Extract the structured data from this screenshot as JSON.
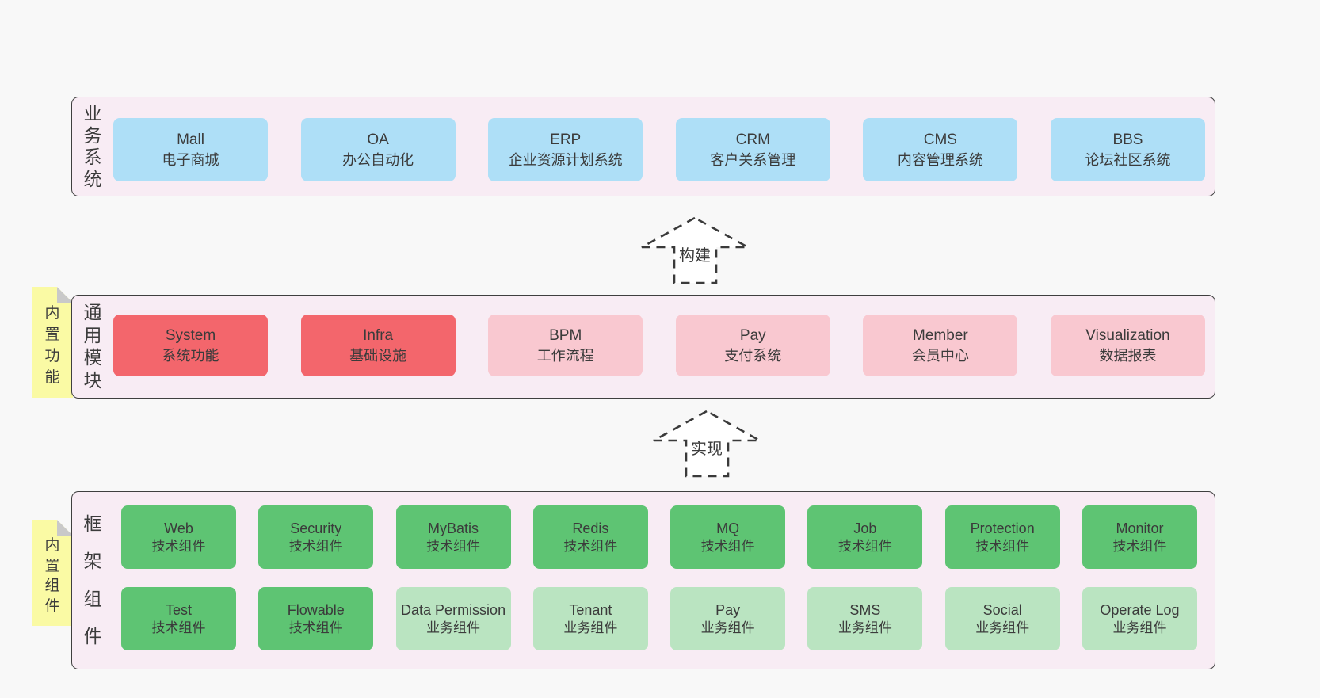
{
  "colors": {
    "page_bg": "#f8f8f8",
    "panel_bg": "#f8ecf4",
    "panel_border": "#3f3f3f",
    "blue": "#aedff7",
    "red": "#f3666c",
    "pink": "#f9c8d0",
    "green_dark": "#5ec473",
    "green_light": "#bae4c1",
    "yellow_tab": "#fafaa4",
    "fold": "#c9c9c9",
    "text": "#3b3b3b"
  },
  "arrows": [
    {
      "label": "构建"
    },
    {
      "label": "实现"
    }
  ],
  "sections": {
    "business": {
      "side_label": "业务系统",
      "boxes": [
        {
          "title": "Mall",
          "subtitle": "电子商城",
          "variant": "blue"
        },
        {
          "title": "OA",
          "subtitle": "办公自动化",
          "variant": "blue"
        },
        {
          "title": "ERP",
          "subtitle": "企业资源计划系统",
          "variant": "blue"
        },
        {
          "title": "CRM",
          "subtitle": "客户关系管理",
          "variant": "blue"
        },
        {
          "title": "CMS",
          "subtitle": "内容管理系统",
          "variant": "blue"
        },
        {
          "title": "BBS",
          "subtitle": "论坛社区系统",
          "variant": "blue"
        }
      ]
    },
    "modules": {
      "tab": "内置功能",
      "side_label": "通用模块",
      "boxes": [
        {
          "title": "System",
          "subtitle": "系统功能",
          "variant": "red"
        },
        {
          "title": "Infra",
          "subtitle": "基础设施",
          "variant": "red"
        },
        {
          "title": "BPM",
          "subtitle": "工作流程",
          "variant": "pink"
        },
        {
          "title": "Pay",
          "subtitle": "支付系统",
          "variant": "pink"
        },
        {
          "title": "Member",
          "subtitle": "会员中心",
          "variant": "pink"
        },
        {
          "title": "Visualization",
          "subtitle": "数据报表",
          "variant": "pink"
        }
      ]
    },
    "framework": {
      "tab": "内置组件",
      "side_label": "框架组件",
      "rows": [
        [
          {
            "title": "Web",
            "subtitle": "技术组件",
            "variant": "green_dark"
          },
          {
            "title": "Security",
            "subtitle": "技术组件",
            "variant": "green_dark"
          },
          {
            "title": "MyBatis",
            "subtitle": "技术组件",
            "variant": "green_dark"
          },
          {
            "title": "Redis",
            "subtitle": "技术组件",
            "variant": "green_dark"
          },
          {
            "title": "MQ",
            "subtitle": "技术组件",
            "variant": "green_dark"
          },
          {
            "title": "Job",
            "subtitle": "技术组件",
            "variant": "green_dark"
          },
          {
            "title": "Protection",
            "subtitle": "技术组件",
            "variant": "green_dark"
          },
          {
            "title": "Monitor",
            "subtitle": "技术组件",
            "variant": "green_dark"
          }
        ],
        [
          {
            "title": "Test",
            "subtitle": "技术组件",
            "variant": "green_dark"
          },
          {
            "title": "Flowable",
            "subtitle": "技术组件",
            "variant": "green_dark"
          },
          {
            "title": "Data Permission",
            "subtitle": "业务组件",
            "variant": "green_light"
          },
          {
            "title": "Tenant",
            "subtitle": "业务组件",
            "variant": "green_light"
          },
          {
            "title": "Pay",
            "subtitle": "业务组件",
            "variant": "green_light"
          },
          {
            "title": "SMS",
            "subtitle": "业务组件",
            "variant": "green_light"
          },
          {
            "title": "Social",
            "subtitle": "业务组件",
            "variant": "green_light"
          },
          {
            "title": "Operate Log",
            "subtitle": "业务组件",
            "variant": "green_light"
          }
        ]
      ]
    }
  }
}
